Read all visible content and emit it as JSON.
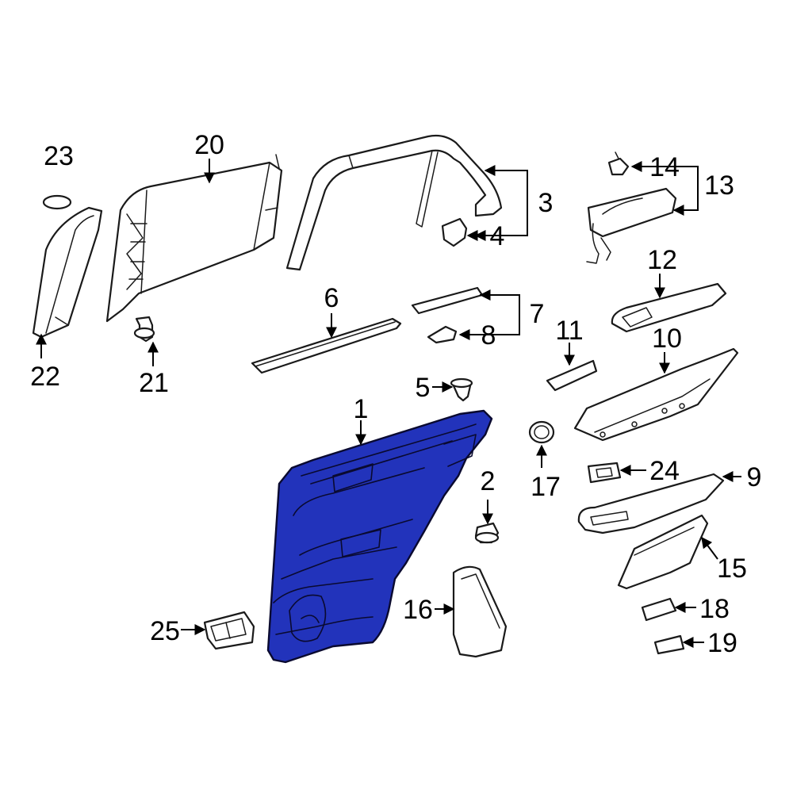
{
  "diagram": {
    "highlight_color": "#2233bb",
    "callouts": [
      {
        "key": "c1",
        "label": "1"
      },
      {
        "key": "c2",
        "label": "2"
      },
      {
        "key": "c3",
        "label": "3"
      },
      {
        "key": "c4",
        "label": "4"
      },
      {
        "key": "c5",
        "label": "5"
      },
      {
        "key": "c6",
        "label": "6"
      },
      {
        "key": "c7",
        "label": "7"
      },
      {
        "key": "c8",
        "label": "8"
      },
      {
        "key": "c9",
        "label": "9"
      },
      {
        "key": "c10",
        "label": "10"
      },
      {
        "key": "c11",
        "label": "11"
      },
      {
        "key": "c12",
        "label": "12"
      },
      {
        "key": "c13",
        "label": "13"
      },
      {
        "key": "c14",
        "label": "14"
      },
      {
        "key": "c15",
        "label": "15"
      },
      {
        "key": "c16",
        "label": "16"
      },
      {
        "key": "c17",
        "label": "17"
      },
      {
        "key": "c18",
        "label": "18"
      },
      {
        "key": "c19",
        "label": "19"
      },
      {
        "key": "c20",
        "label": "20"
      },
      {
        "key": "c21",
        "label": "21"
      },
      {
        "key": "c22",
        "label": "22"
      },
      {
        "key": "c23",
        "label": "23"
      },
      {
        "key": "c24",
        "label": "24"
      },
      {
        "key": "c25",
        "label": "25"
      }
    ]
  }
}
